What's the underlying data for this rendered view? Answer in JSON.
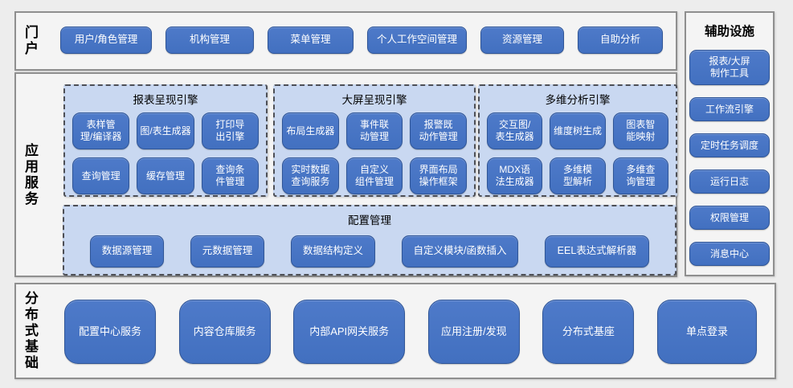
{
  "colors": {
    "button_blue": "#4472C4",
    "button_border": "#2F5597",
    "panel_light_blue": "#C9D8F1",
    "panel_dashed_border": "#4D4F56",
    "section_fill": "#F4F4F4",
    "section_border": "#8F8F8F",
    "text_on_blue": "#FFFFFF",
    "text_dark": "#000000"
  },
  "portal": {
    "label": "门户",
    "items": [
      "用户/角色管理",
      "机构管理",
      "菜单管理",
      "个人工作空间管理",
      "资源管理",
      "自助分析"
    ]
  },
  "app_services": {
    "label": "应用服务",
    "engines": [
      {
        "title": "报表呈现引擎",
        "items": [
          "表样管理/编译器",
          "图/表生成器",
          "打印导出引擎",
          "查询管理",
          "缓存管理",
          "查询条件管理"
        ]
      },
      {
        "title": "大屏呈现引擎",
        "items": [
          "布局生成器",
          "事件联动管理",
          "报警既动作管理",
          "实时数据查询服务",
          "自定义组件管理",
          "界面布局操作框架"
        ]
      },
      {
        "title": "多维分析引擎",
        "items": [
          "交互图/表生成器",
          "维度树生成",
          "图表智能映射",
          "MDX语法生成器",
          "多维模型解析",
          "多维查询管理"
        ]
      }
    ],
    "config_group": {
      "title": "配置管理",
      "items": [
        "数据源管理",
        "元数据管理",
        "数据结构定义",
        "自定义模块/函数插入",
        "EEL表达式解析器"
      ]
    }
  },
  "foundation": {
    "label": "分布式基础",
    "items": [
      "配置中心服务",
      "内容仓库服务",
      "内部API网关服务",
      "应用注册/发现",
      "分布式基座",
      "单点登录"
    ]
  },
  "auxiliary": {
    "title": "辅助设施",
    "items": [
      "报表/大屏制作工具",
      "工作流引擎",
      "定时任务调度",
      "运行日志",
      "权限管理",
      "消息中心"
    ]
  }
}
